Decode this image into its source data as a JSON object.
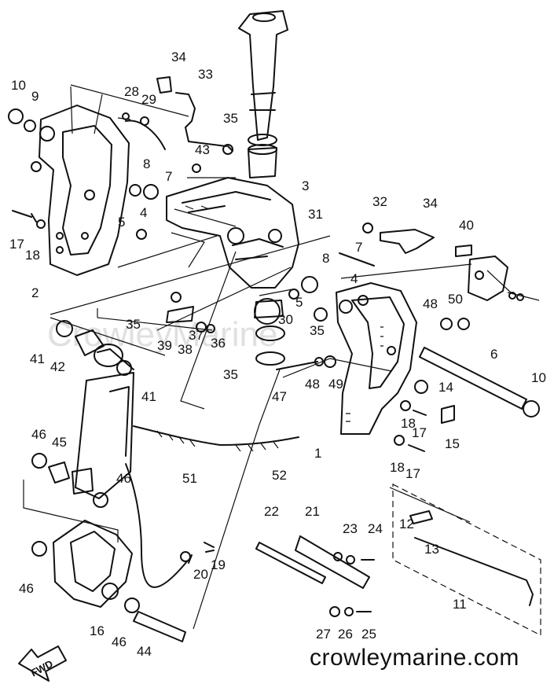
{
  "footer": {
    "site": "crowleymarine.com"
  },
  "watermark": "CrowleyMarine",
  "fwd_label": "FWD",
  "callouts": [
    "10",
    "9",
    "28",
    "29",
    "34",
    "33",
    "35",
    "43",
    "8",
    "7",
    "4",
    "5",
    "3",
    "31",
    "17",
    "18",
    "2",
    "35",
    "32",
    "34",
    "40",
    "7",
    "8",
    "4",
    "5",
    "30",
    "35",
    "39",
    "38",
    "37",
    "36",
    "35",
    "41",
    "42",
    "41",
    "47",
    "48",
    "49",
    "48",
    "50",
    "6",
    "10",
    "14",
    "18",
    "17",
    "18",
    "17",
    "15",
    "1",
    "46",
    "45",
    "46",
    "51",
    "52",
    "22",
    "21",
    "23",
    "24",
    "12",
    "13",
    "11",
    "46",
    "16",
    "46",
    "44",
    "20",
    "19",
    "27",
    "26",
    "25"
  ]
}
